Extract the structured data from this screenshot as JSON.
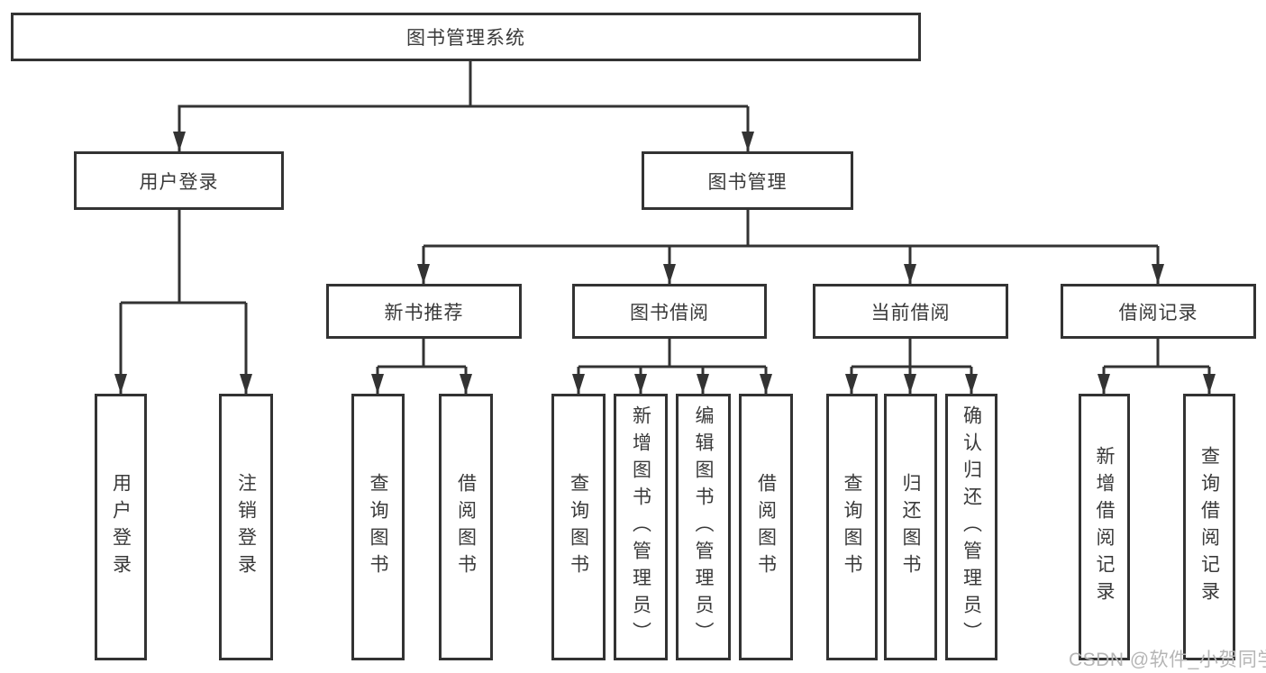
{
  "nodes": {
    "root": {
      "label": "图书管理系统"
    },
    "level2": [
      {
        "label": "用户登录"
      },
      {
        "label": "图书管理"
      }
    ],
    "level3": [
      {
        "label": "新书推荐"
      },
      {
        "label": "图书借阅"
      },
      {
        "label": "当前借阅"
      },
      {
        "label": "借阅记录"
      }
    ],
    "leaves": [
      {
        "label": "用户登录"
      },
      {
        "label": "注销登录"
      },
      {
        "label": "查询图书"
      },
      {
        "label": "借阅图书"
      },
      {
        "label": "查询图书"
      },
      {
        "label": "新增图书（管理员）"
      },
      {
        "label": "编辑图书（管理员）"
      },
      {
        "label": "借阅图书"
      },
      {
        "label": "查询图书"
      },
      {
        "label": "归还图书"
      },
      {
        "label": "确认归还（管理员）"
      },
      {
        "label": "新增借阅记录"
      },
      {
        "label": "查询借阅记录"
      }
    ]
  },
  "watermark": "CSDN @软件_小贺同学",
  "colors": {
    "line": "#333333",
    "text": "#3a3a3a",
    "watermark": "#b5b5b5",
    "background": "#ffffff"
  }
}
